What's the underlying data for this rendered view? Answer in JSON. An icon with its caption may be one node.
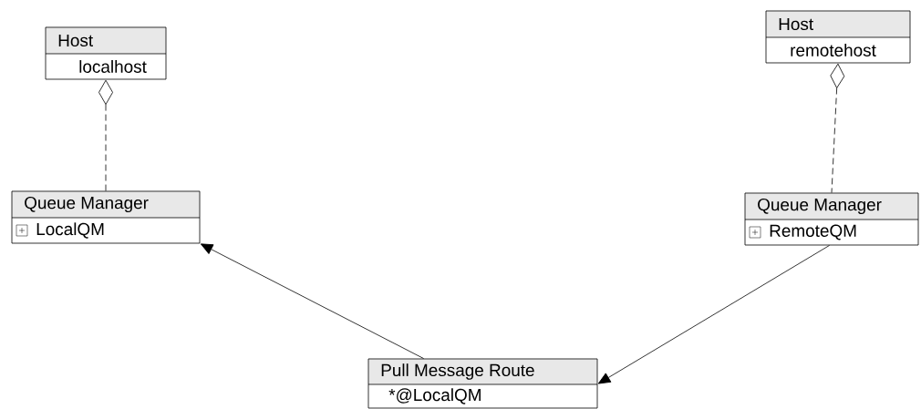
{
  "diagram": {
    "nodes": [
      {
        "text": [
          "Host",
          "localhost"
        ]
      },
      {
        "text": [
          "Host",
          "remotehost"
        ]
      },
      {
        "text": [
          "Queue Manager",
          "LocalQM"
        ]
      },
      {
        "text": [
          "Queue Manager",
          "RemoteQM"
        ]
      },
      {
        "text": [
          "Pull Message Route",
          "*@LocalQM"
        ]
      }
    ],
    "edges": [
      {
        "from": 0,
        "to": 2,
        "arrow": "other",
        "style": "dashed"
      },
      {
        "from": 1,
        "to": 3,
        "arrow": "other",
        "style": "dashed"
      },
      {
        "from": 4,
        "to": 2,
        "arrow": "to"
      },
      {
        "from": 3,
        "to": 4,
        "arrow": "to"
      }
    ]
  }
}
